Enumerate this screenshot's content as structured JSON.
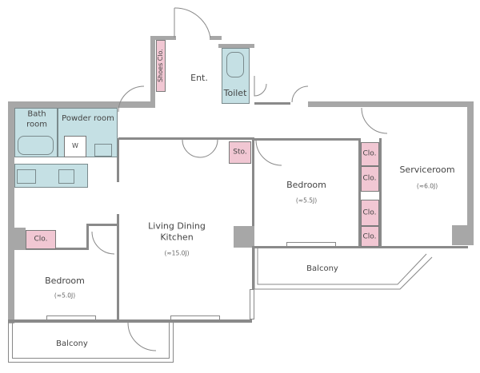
{
  "rooms": {
    "entrance": "Ent.",
    "shoes_closet": "Shoes Clo.",
    "toilet": "Toilet",
    "bath_room": "Bath room",
    "powder_room": "Powder room",
    "washer": "W",
    "storage": "Sto.",
    "ldk": {
      "name": "Living Dining Kitchen",
      "size": "(≈15.0J)"
    },
    "bedroom_right": {
      "name": "Bedroom",
      "size": "(≈5.5J)"
    },
    "serviceroom": {
      "name": "Serviceroom",
      "size": "(≈6.0J)"
    },
    "bedroom_left": {
      "name": "Bedroom",
      "size": "(≈5.0J)"
    },
    "closet_label": "Clo.",
    "balcony_right": "Balcony",
    "balcony_left": "Balcony"
  },
  "colors": {
    "wet_area": "#c5e0e4",
    "storage": "#f1c7d3",
    "wall": "#a7a7a7"
  }
}
